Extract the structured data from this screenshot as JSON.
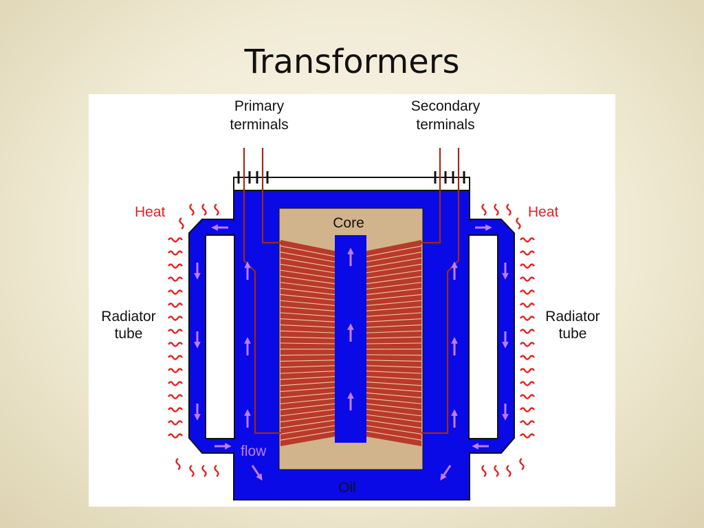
{
  "slide": {
    "title": "Transformers"
  },
  "diagram": {
    "labels": {
      "primary_terminals_line1": "Primary",
      "primary_terminals_line2": "terminals",
      "secondary_terminals_line1": "Secondary",
      "secondary_terminals_line2": "terminals",
      "heat_left": "Heat",
      "heat_right": "Heat",
      "core": "Core",
      "radiator_left_line1": "Radiator",
      "radiator_left_line2": "tube",
      "radiator_right_line1": "Radiator",
      "radiator_right_line2": "tube",
      "flow": "flow",
      "oil": "Oil"
    },
    "colors": {
      "oil": "#0a0ae6",
      "core": "#d2b48c",
      "winding": "#b83a2a",
      "heat": "#e32020",
      "flow_arrow": "#c07cff",
      "terminal_wire": "#a02818"
    }
  }
}
